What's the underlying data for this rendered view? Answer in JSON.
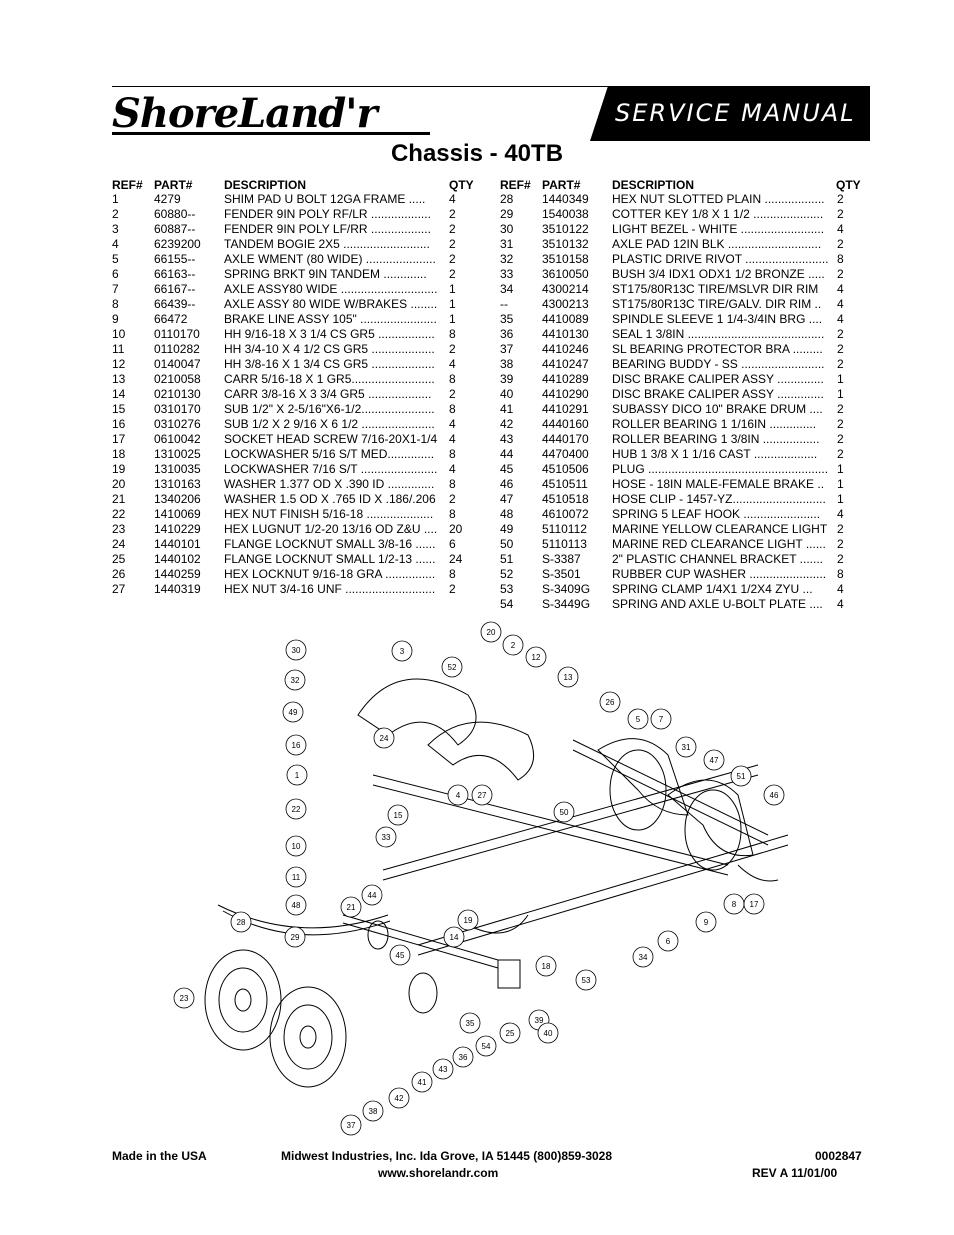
{
  "header": {
    "brand": "ShoreLand'r",
    "banner": "SERVICE MANUAL",
    "title": "Chassis - 40TB"
  },
  "columns": {
    "ref": "REF#",
    "part": "PART#",
    "description": "DESCRIPTION",
    "qty": "QTY"
  },
  "parts_left": [
    {
      "ref": "1",
      "part": "4279",
      "desc": "SHIM PAD   U BOLT 12GA FRAME .....",
      "qty": "4"
    },
    {
      "ref": "2",
      "part": "60880--",
      "desc": "FENDER  9IN POLY RF/LR ..................",
      "qty": "2"
    },
    {
      "ref": "3",
      "part": "60887--",
      "desc": "FENDER  9IN POLY LF/RR ..................",
      "qty": "2"
    },
    {
      "ref": "4",
      "part": "6239200",
      "desc": "TANDEM BOGIE   2X5 ..........................",
      "qty": "2"
    },
    {
      "ref": "5",
      "part": "66155--",
      "desc": "AXLE WMENT (80 WIDE) .....................",
      "qty": "2"
    },
    {
      "ref": "6",
      "part": "66163--",
      "desc": "SPRING BRKT   9IN TANDEM .............",
      "qty": "2"
    },
    {
      "ref": "7",
      "part": "66167--",
      "desc": "AXLE ASSY80 WIDE .............................",
      "qty": "1"
    },
    {
      "ref": "8",
      "part": "66439--",
      "desc": "AXLE ASSY 80 WIDE W/BRAKES ........",
      "qty": "1"
    },
    {
      "ref": "9",
      "part": "66472",
      "desc": "BRAKE LINE ASSY 105\" .......................",
      "qty": "1"
    },
    {
      "ref": "10",
      "part": "0110170",
      "desc": "HH 9/16-18 X 3 1/4 CS GR5 .................",
      "qty": "8"
    },
    {
      "ref": "11",
      "part": "0110282",
      "desc": "HH 3/4-10 X 4 1/2 CS GR5 ...................",
      "qty": "2"
    },
    {
      "ref": "12",
      "part": "0140047",
      "desc": "HH 3/8-16 X 1 3/4 CS GR5 ...................",
      "qty": "4"
    },
    {
      "ref": "13",
      "part": "0210058",
      "desc": "CARR 5/16-18 X 1 GR5.........................",
      "qty": "8"
    },
    {
      "ref": "14",
      "part": "0210130",
      "desc": "CARR 3/8-16 X 3 3/4 GR5 ...................",
      "qty": "2"
    },
    {
      "ref": "15",
      "part": "0310170",
      "desc": "SUB 1/2\" X 2-5/16\"X6-1/2......................",
      "qty": "8"
    },
    {
      "ref": "16",
      "part": "0310276",
      "desc": "SUB 1/2 X 2 9/16 X 6 1/2 ......................",
      "qty": "4"
    },
    {
      "ref": "17",
      "part": "0610042",
      "desc": "SOCKET HEAD SCREW 7/16-20X1-1/4",
      "qty": "4"
    },
    {
      "ref": "18",
      "part": "1310025",
      "desc": "LOCKWASHER 5/16 S/T MED..............",
      "qty": "8"
    },
    {
      "ref": "19",
      "part": "1310035",
      "desc": "LOCKWASHER 7/16 S/T .......................",
      "qty": "4"
    },
    {
      "ref": "20",
      "part": "1310163",
      "desc": "WASHER 1.377 OD X .390 ID ..............",
      "qty": "8"
    },
    {
      "ref": "21",
      "part": "1340206",
      "desc": "WASHER 1.5 OD X .765 ID X .186/.206",
      "qty": "2"
    },
    {
      "ref": "22",
      "part": "1410069",
      "desc": "HEX NUT FINISH 5/16-18 ....................",
      "qty": "8"
    },
    {
      "ref": "23",
      "part": "1410229",
      "desc": "HEX LUGNUT 1/2-20 13/16 OD Z&U ....",
      "qty": "20"
    },
    {
      "ref": "24",
      "part": "1440101",
      "desc": "FLANGE LOCKNUT SMALL 3/8-16 ......",
      "qty": "6"
    },
    {
      "ref": "25",
      "part": "1440102",
      "desc": "FLANGE LOCKNUT SMALL 1/2-13 ......",
      "qty": "24"
    },
    {
      "ref": "26",
      "part": "1440259",
      "desc": "HEX LOCKNUT 9/16-18 GRA ...............",
      "qty": "8"
    },
    {
      "ref": "27",
      "part": "1440319",
      "desc": "HEX NUT 3/4-16 UNF ...........................",
      "qty": "2"
    }
  ],
  "parts_right": [
    {
      "ref": "28",
      "part": "1440349",
      "desc": "HEX NUT SLOTTED PLAIN ..................",
      "qty": "2"
    },
    {
      "ref": "29",
      "part": "1540038",
      "desc": "COTTER KEY 1/8 X 1 1/2 .....................",
      "qty": "2"
    },
    {
      "ref": "30",
      "part": "3510122",
      "desc": "LIGHT BEZEL - WHITE .........................",
      "qty": "4"
    },
    {
      "ref": "31",
      "part": "3510132",
      "desc": "AXLE PAD 12IN  BLK ............................",
      "qty": "2"
    },
    {
      "ref": "32",
      "part": "3510158",
      "desc": "PLASTIC DRIVE RIVOT .........................",
      "qty": "8"
    },
    {
      "ref": "33",
      "part": "3610050",
      "desc": "BUSH 3/4 IDX1 ODX1 1/2 BRONZE .....",
      "qty": "2"
    },
    {
      "ref": "34",
      "part": "4300214",
      "desc": "ST175/80R13C TIRE/MSLVR DIR RIM",
      "qty": "4"
    },
    {
      "ref": "--",
      "part": "4300213",
      "desc": "ST175/80R13C TIRE/GALV. DIR RIM ..",
      "qty": "4"
    },
    {
      "ref": "35",
      "part": "4410089",
      "desc": "SPINDLE SLEEVE  1 1/4-3/4IN BRG ....",
      "qty": "4"
    },
    {
      "ref": "36",
      "part": "4410130",
      "desc": "SEAL  1 3/8IN .........................................",
      "qty": "2"
    },
    {
      "ref": "37",
      "part": "4410246",
      "desc": "SL BEARING PROTECTOR BRA .........",
      "qty": "2"
    },
    {
      "ref": "38",
      "part": "4410247",
      "desc": "BEARING BUDDY - SS .........................",
      "qty": "2"
    },
    {
      "ref": "39",
      "part": "4410289",
      "desc": "DISC BRAKE CALIPER ASSY ..............",
      "qty": "1"
    },
    {
      "ref": "40",
      "part": "4410290",
      "desc": "DISC BRAKE CALIPER ASSY ..............",
      "qty": "1"
    },
    {
      "ref": "41",
      "part": "4410291",
      "desc": "SUBASSY DICO 10\" BRAKE DRUM ....",
      "qty": "2"
    },
    {
      "ref": "42",
      "part": "4440160",
      "desc": "ROLLER BEARING   1 1/16IN ..............",
      "qty": "2"
    },
    {
      "ref": "43",
      "part": "4440170",
      "desc": "ROLLER BEARING   1 3/8IN .................",
      "qty": "2"
    },
    {
      "ref": "44",
      "part": "4470400",
      "desc": "HUB   1 3/8 X 1 1/16 CAST ...................",
      "qty": "2"
    },
    {
      "ref": "45",
      "part": "4510506",
      "desc": "PLUG ......................................................",
      "qty": "1"
    },
    {
      "ref": "46",
      "part": "4510511",
      "desc": "HOSE - 18IN MALE-FEMALE BRAKE ..",
      "qty": "1"
    },
    {
      "ref": "47",
      "part": "4510518",
      "desc": "HOSE CLIP - 1457-YZ............................",
      "qty": "1"
    },
    {
      "ref": "48",
      "part": "4610072",
      "desc": "SPRING  5 LEAF HOOK .......................",
      "qty": "4"
    },
    {
      "ref": "49",
      "part": "5110112",
      "desc": "MARINE YELLOW CLEARANCE LIGHT",
      "qty": "2"
    },
    {
      "ref": "50",
      "part": "5110113",
      "desc": "MARINE RED CLEARANCE LIGHT ......",
      "qty": "2"
    },
    {
      "ref": "51",
      "part": "S-3387",
      "desc": "2\" PLASTIC CHANNEL BRACKET .......",
      "qty": "2"
    },
    {
      "ref": "52",
      "part": "S-3501",
      "desc": "RUBBER CUP WASHER .......................",
      "qty": "8"
    },
    {
      "ref": "53",
      "part": "S-3409G",
      "desc": "SPRING CLAMP   1/4X1 1/2X4  ZYU ...",
      "qty": "4"
    },
    {
      "ref": "54",
      "part": "S-3449G",
      "desc": "SPRING AND AXLE U-BOLT PLATE ....",
      "qty": "4"
    }
  ],
  "callouts": [
    "30",
    "3",
    "52",
    "20",
    "2",
    "12",
    "13",
    "32",
    "49",
    "24",
    "26",
    "5",
    "7",
    "16",
    "31",
    "47",
    "1",
    "27",
    "50",
    "51",
    "46",
    "22",
    "15",
    "4",
    "33",
    "10",
    "11",
    "44",
    "48",
    "21",
    "9",
    "8",
    "17",
    "19",
    "14",
    "6",
    "34",
    "28",
    "29",
    "45",
    "18",
    "53",
    "23",
    "35",
    "25",
    "54",
    "39",
    "40",
    "36",
    "43",
    "41",
    "42",
    "37",
    "38"
  ],
  "footer": {
    "made_in": "Made in the USA",
    "company": "Midwest Industries, Inc. Ida Grove, IA  51445 (800)859-3028",
    "website": "www.shorelandr.com",
    "doc_number": "0002847",
    "revision": "REV  A   11/01/00"
  }
}
